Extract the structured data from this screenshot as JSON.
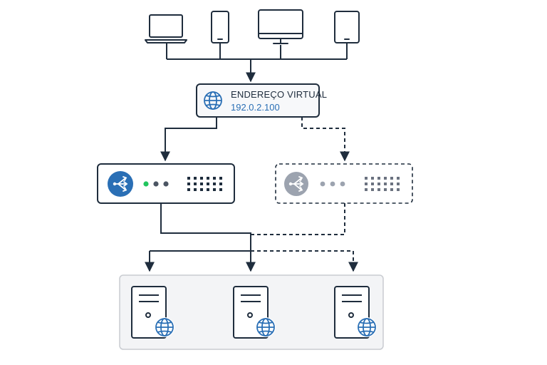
{
  "virtual_address": {
    "title": "ENDEREÇO VIRTUAL",
    "ip": "192.0.2.100"
  },
  "clients": [
    "laptop-icon",
    "smartphone-icon",
    "desktop-monitor-icon",
    "tablet-icon"
  ],
  "load_balancers": [
    {
      "role": "active",
      "icon": "load-balancer-icon",
      "status_color": "#22c55e",
      "accent": "#2a6fb5"
    },
    {
      "role": "standby",
      "icon": "load-balancer-icon",
      "status_color": "#9ca3af",
      "accent": "#9ca3af"
    }
  ],
  "servers": [
    "server-icon",
    "server-icon",
    "server-icon"
  ],
  "colors": {
    "line": "#1f2d3d",
    "accent_blue": "#2a6fb5",
    "pool_background": "#f3f4f6",
    "pool_border": "#c9ccd1"
  }
}
